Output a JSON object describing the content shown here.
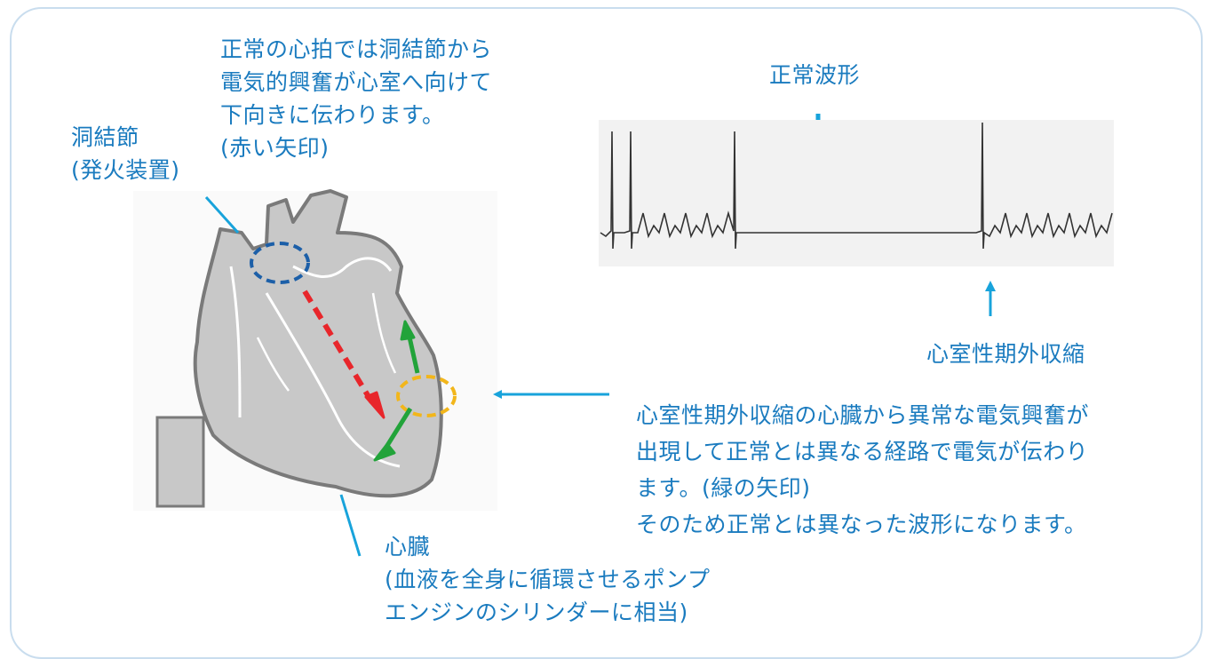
{
  "colors": {
    "text": "#1a7bbf",
    "pointer": "#18a3db",
    "red_arrow": "#e8262b",
    "green_arrow": "#22a33a",
    "sa_node_circle": "#1c5fa8",
    "pvc_circle": "#f2b61b",
    "heart_fill": "#c8c8c8",
    "heart_outline": "#7a7a7a"
  },
  "labels": {
    "normal_intro": [
      "正常の心拍では洞結節から",
      "電気的興奮が心室へ向けて",
      "下向きに伝わります。",
      "(赤い矢印)"
    ],
    "sa_node": [
      "洞結節",
      "(発火装置)"
    ],
    "normal_wave": "正常波形",
    "pvc_label": "心室性期外収縮",
    "pvc_explanation": [
      "心室性期外収縮の心臓から異常な電気興奮が",
      "出現して正常とは異なる経路で電気が伝わり",
      "ます。(緑の矢印)",
      "そのため正常とは異なった波形になります。"
    ],
    "heart": [
      "心臓",
      "(血液を全身に循環させるポンプ",
      "エンジンのシリンダーに相当)"
    ]
  },
  "icons": [
    "down-arrow-icon",
    "up-arrow-icon",
    "left-arrow-icon"
  ]
}
